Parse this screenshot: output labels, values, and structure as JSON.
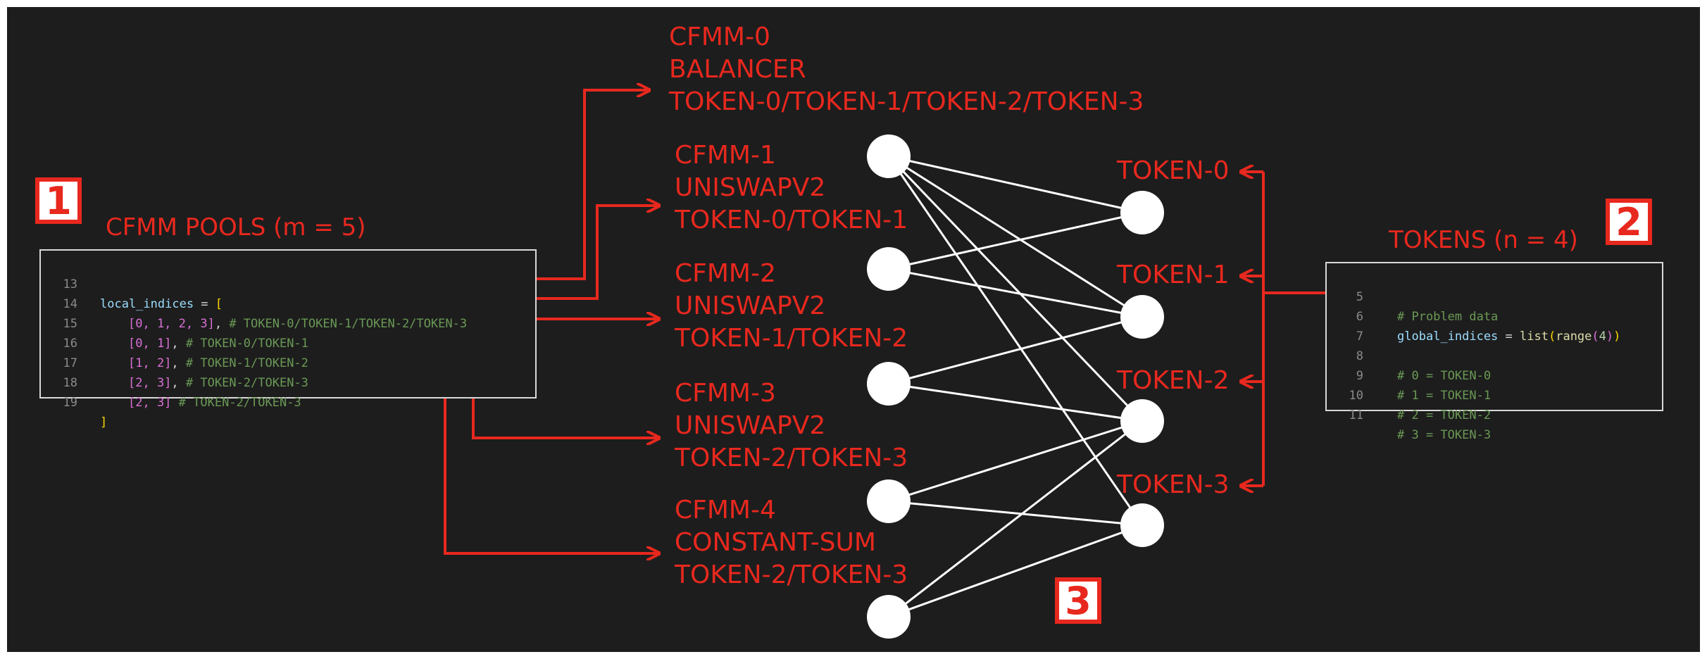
{
  "badges": {
    "one": "1",
    "two": "2",
    "three": "3"
  },
  "left_title": "CFMM POOLS (m = 5)",
  "right_title": "TOKENS (n = 4)",
  "cfmm_labels": [
    [
      "CFMM-0",
      "BALANCER",
      "TOKEN-0/TOKEN-1/TOKEN-2/TOKEN-3"
    ],
    [
      "CFMM-1",
      "UNISWAPV2",
      "TOKEN-0/TOKEN-1"
    ],
    [
      "CFMM-2",
      "UNISWAPV2",
      "TOKEN-1/TOKEN-2"
    ],
    [
      "CFMM-3",
      "UNISWAPV2",
      "TOKEN-2/TOKEN-3"
    ],
    [
      "CFMM-4",
      "CONSTANT-SUM",
      "TOKEN-2/TOKEN-3"
    ]
  ],
  "token_labels": [
    "TOKEN-0",
    "TOKEN-1",
    "TOKEN-2",
    "TOKEN-3"
  ],
  "left_code": {
    "line_numbers": [
      "13",
      "14",
      "15",
      "16",
      "17",
      "18",
      "19"
    ],
    "l13": {
      "var": "local_indices",
      "op": " = ",
      "br": "["
    },
    "l14": {
      "arr": "[0, 1, 2, 3]",
      "comma": ", ",
      "comment": "# TOKEN-0/TOKEN-1/TOKEN-2/TOKEN-3"
    },
    "l15": {
      "arr": "[0, 1]",
      "comma": ", ",
      "comment": "# TOKEN-0/TOKEN-1"
    },
    "l16": {
      "arr": "[1, 2]",
      "comma": ", ",
      "comment": "# TOKEN-1/TOKEN-2"
    },
    "l17": {
      "arr": "[2, 3]",
      "comma": ", ",
      "comment": "# TOKEN-2/TOKEN-3"
    },
    "l18": {
      "arr": "[2, 3]",
      "comma": " ",
      "comment": "# TOKEN-2/TOKEN-3"
    },
    "l19": {
      "br": "]"
    }
  },
  "right_code": {
    "line_numbers": [
      "5",
      "6",
      "7",
      "8",
      "9",
      "10",
      "11"
    ],
    "l5": "# Problem data",
    "l6": {
      "var": "global_indices",
      "op": " = ",
      "fn1": "list",
      "p1": "(",
      "fn2": "range",
      "p2": "(",
      "num": "4",
      "p3": ")",
      "p4": ")"
    },
    "l8": "# 0 = TOKEN-0",
    "l9": "# 1 = TOKEN-1",
    "l10": "# 2 = TOKEN-2",
    "l11": "# 3 = TOKEN-3"
  },
  "edges": [
    [
      0,
      0
    ],
    [
      0,
      1
    ],
    [
      0,
      2
    ],
    [
      0,
      3
    ],
    [
      1,
      0
    ],
    [
      1,
      1
    ],
    [
      2,
      1
    ],
    [
      2,
      2
    ],
    [
      3,
      2
    ],
    [
      3,
      3
    ],
    [
      4,
      2
    ],
    [
      4,
      3
    ]
  ],
  "colors": {
    "background": "#1d1d1d",
    "accent_red": "#e8281e",
    "node_white": "#ffffff",
    "edge_white": "#ffffff"
  }
}
